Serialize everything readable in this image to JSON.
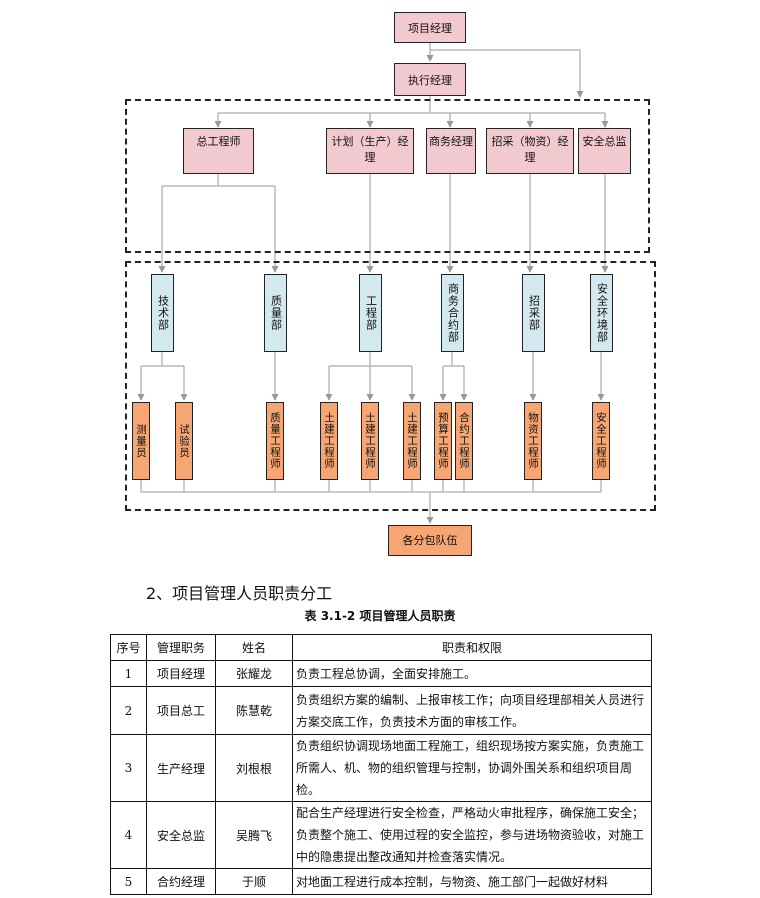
{
  "org_chart": {
    "project_manager": "项目经理",
    "executive_manager": "执行经理",
    "managers": [
      "总工程师",
      "计划（生产）经理",
      "商务经理",
      "招采（物资）经理",
      "安全总监"
    ],
    "departments": [
      "技术部",
      "质量部",
      "工程部",
      "商务合约部",
      "招采部",
      "安全环境部"
    ],
    "staff": [
      "测量员",
      "试验员",
      "质量工程师",
      "土建工程师",
      "土建工程师",
      "土建工程师",
      "预算工程师",
      "合约工程师",
      "物资工程师",
      "安全工程师"
    ],
    "subcontractors": "各分包队伍"
  },
  "section_heading": "2、项目管理人员职责分工",
  "table_caption": "表 3.1-2  项目管理人员职责",
  "table": {
    "headers": [
      "序号",
      "管理职务",
      "姓名",
      "职责和权限"
    ],
    "rows": [
      {
        "no": "1",
        "role": "项目经理",
        "name": "张耀龙",
        "duty": "负责工程总协调，全面安排施工。"
      },
      {
        "no": "2",
        "role": "项目总工",
        "name": "陈慧乾",
        "duty": "负责组织方案的编制、上报审核工作；向项目经理部相关人员进行方案交底工作，负责技术方面的审核工作。"
      },
      {
        "no": "3",
        "role": "生产经理",
        "name": "刘根根",
        "duty": "负责组织协调现场地面工程施工，组织现场按方案实施，负责施工所需人、机、物的组织管理与控制，协调外围关系和组织项目周检。"
      },
      {
        "no": "4",
        "role": "安全总监",
        "name": "吴腾飞",
        "duty": "配合生产经理进行安全检查，严格动火审批程序，确保施工安全；负责整个施工、使用过程的安全监控，参与进场物资验收，对施工中的隐患提出整改通知并检查落实情况。"
      },
      {
        "no": "5",
        "role": "合约经理",
        "name": "于顺",
        "duty": "对地面工程进行成本控制，与物资、施工部门一起做好材料"
      }
    ]
  }
}
